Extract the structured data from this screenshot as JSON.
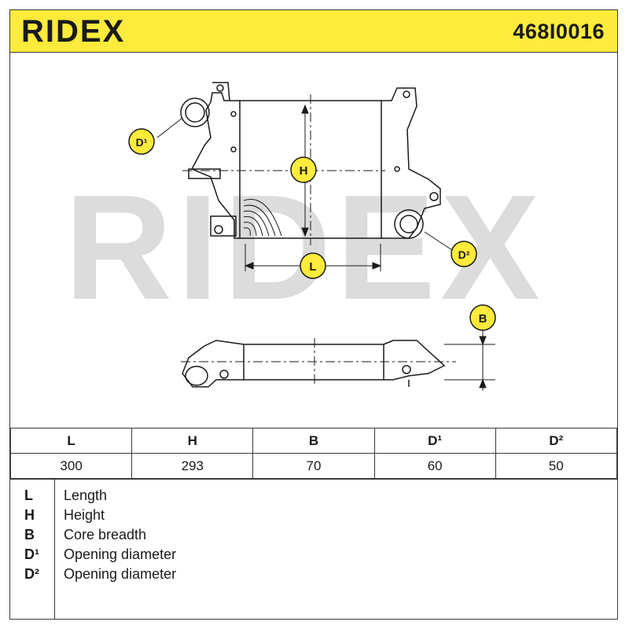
{
  "header": {
    "brand": "RIDEX",
    "part_number": "468I0016",
    "accent_color": "#ffeb3b"
  },
  "watermark": {
    "text": "RIDEX"
  },
  "drawing": {
    "labels": {
      "d1": "D¹",
      "d2": "D²",
      "h": "H",
      "l": "L",
      "b": "B"
    }
  },
  "dimensions": {
    "headers": [
      "L",
      "H",
      "B",
      "D¹",
      "D²"
    ],
    "values": [
      "300",
      "293",
      "70",
      "60",
      "50"
    ]
  },
  "legend": [
    {
      "key": "L",
      "text": "Length"
    },
    {
      "key": "H",
      "text": "Height"
    },
    {
      "key": "B",
      "text": "Core breadth"
    },
    {
      "key": "D¹",
      "text": "Opening diameter"
    },
    {
      "key": "D²",
      "text": "Opening diameter"
    }
  ]
}
